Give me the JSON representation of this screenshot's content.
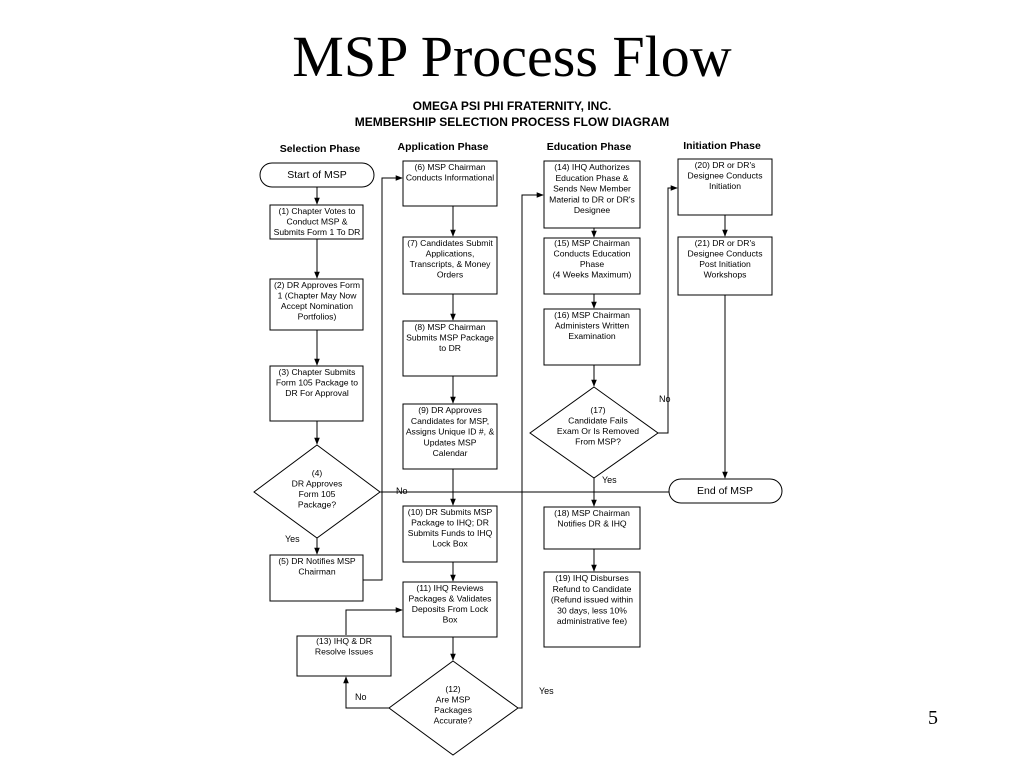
{
  "slide": {
    "title": "MSP Process Flow",
    "page_number": "5"
  },
  "diagram": {
    "heading_line1": "OMEGA PSI PHI FRATERNITY, INC.",
    "heading_line2": "MEMBERSHIP SELECTION PROCESS FLOW DIAGRAM",
    "phases": [
      "Selection Phase",
      "Application Phase",
      "Education Phase",
      "Initiation Phase"
    ],
    "nodes": {
      "start": [
        "Start of MSP"
      ],
      "n1": [
        "(1) Chapter Votes to",
        "Conduct MSP &",
        "Submits Form 1 To DR"
      ],
      "n2": [
        "(2) DR Approves Form",
        "1 (Chapter May Now",
        "Accept Nomination",
        "Portfolios)"
      ],
      "n3": [
        "(3) Chapter Submits",
        "Form 105 Package to",
        "DR For Approval"
      ],
      "n4": [
        "(4)",
        "DR Approves",
        "Form 105",
        "Package?"
      ],
      "n5": [
        "(5) DR Notifies MSP",
        "Chairman"
      ],
      "n6": [
        "(6) MSP Chairman",
        "Conducts Informational"
      ],
      "n7": [
        "(7) Candidates Submit",
        "Applications,",
        "Transcripts, & Money",
        "Orders"
      ],
      "n8": [
        "(8) MSP Chairman",
        "Submits MSP Package",
        "to DR"
      ],
      "n9": [
        "(9) DR Approves",
        "Candidates for MSP,",
        "Assigns Unique ID #, &",
        "Updates MSP",
        "Calendar"
      ],
      "n10": [
        "(10) DR Submits MSP",
        "Package to IHQ; DR",
        "Submits Funds to IHQ",
        "Lock Box"
      ],
      "n11": [
        "(11) IHQ Reviews",
        "Packages & Validates",
        "Deposits From Lock",
        "Box"
      ],
      "n12": [
        "(12)",
        "Are MSP",
        "Packages",
        "Accurate?"
      ],
      "n13": [
        "(13) IHQ & DR",
        "Resolve Issues"
      ],
      "n14": [
        "(14) IHQ Authorizes",
        "Education Phase &",
        "Sends New Member",
        "Material to DR or DR's",
        "Designee"
      ],
      "n15": [
        "(15) MSP Chairman",
        "Conducts Education",
        "Phase",
        "(4 Weeks Maximum)"
      ],
      "n16": [
        "(16) MSP Chairman",
        "Administers Written",
        "Examination"
      ],
      "n17": [
        "(17)",
        "Candidate Fails",
        "Exam Or Is Removed",
        "From MSP?"
      ],
      "n18": [
        "(18) MSP Chairman",
        "Notifies DR & IHQ"
      ],
      "n19": [
        "(19) IHQ Disburses",
        "Refund to Candidate",
        "(Refund issued within",
        "30 days, less 10%",
        "administrative fee)"
      ],
      "n20": [
        "(20) DR or DR's",
        "Designee Conducts",
        "Initiation"
      ],
      "n21": [
        "(21) DR or DR's",
        "Designee Conducts",
        "Post Initiation",
        "Workshops"
      ],
      "end": [
        "End of MSP"
      ]
    },
    "edge_labels": {
      "n4_no": "No",
      "n4_yes": "Yes",
      "n12_no": "No",
      "n12_yes": "Yes",
      "n17_no": "No",
      "n17_yes": "Yes"
    }
  }
}
